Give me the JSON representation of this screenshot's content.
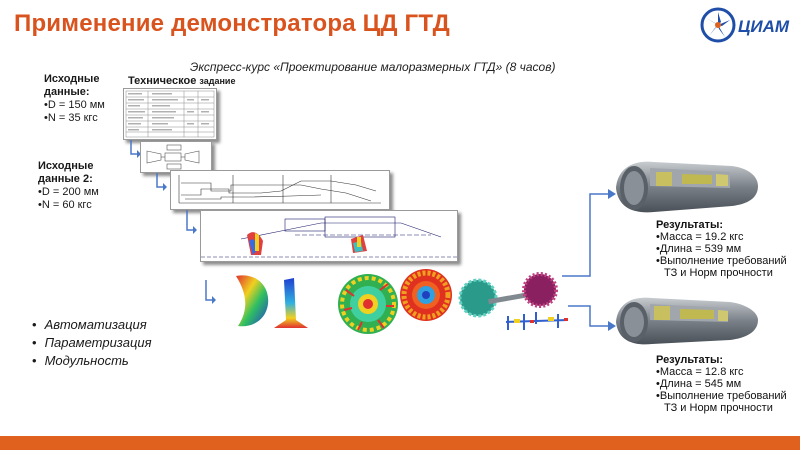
{
  "header": {
    "title": "Применение демонстратора ЦД ГТД",
    "logo_text": "ЦИАМ"
  },
  "subtitle": "Экспресс-курс  «Проектирование малоразмерных ГТД» (8 часов)",
  "inputs": [
    {
      "title": "Исходные данные:",
      "lines": [
        "•D = 150 мм",
        "•N = 35 кгс"
      ]
    },
    {
      "title": "Исходные данные 2:",
      "lines": [
        "•D = 200 мм",
        "•N = 60 кгс"
      ]
    }
  ],
  "spec": {
    "title": "Техническое",
    "title_small": "задание"
  },
  "features": [
    "Автоматизация",
    "Параметризация",
    "Модульность"
  ],
  "results": [
    {
      "title": "Результаты:",
      "lines": [
        "•Масса = 19.2 кгс",
        "•Длина = 539 мм",
        "•Выполнение требований",
        "ТЗ и Норм прочности"
      ]
    },
    {
      "title": "Результаты:",
      "lines": [
        "•Масса = 12.8 кгс",
        "•Длина = 545 мм",
        "•Выполнение требований",
        "ТЗ и Норм прочности"
      ]
    }
  ],
  "colors": {
    "accent": "#d9531e",
    "bar": "#e0611e",
    "logo_blue": "#1f4ea8",
    "arrow_blue": "#4a78c8"
  }
}
